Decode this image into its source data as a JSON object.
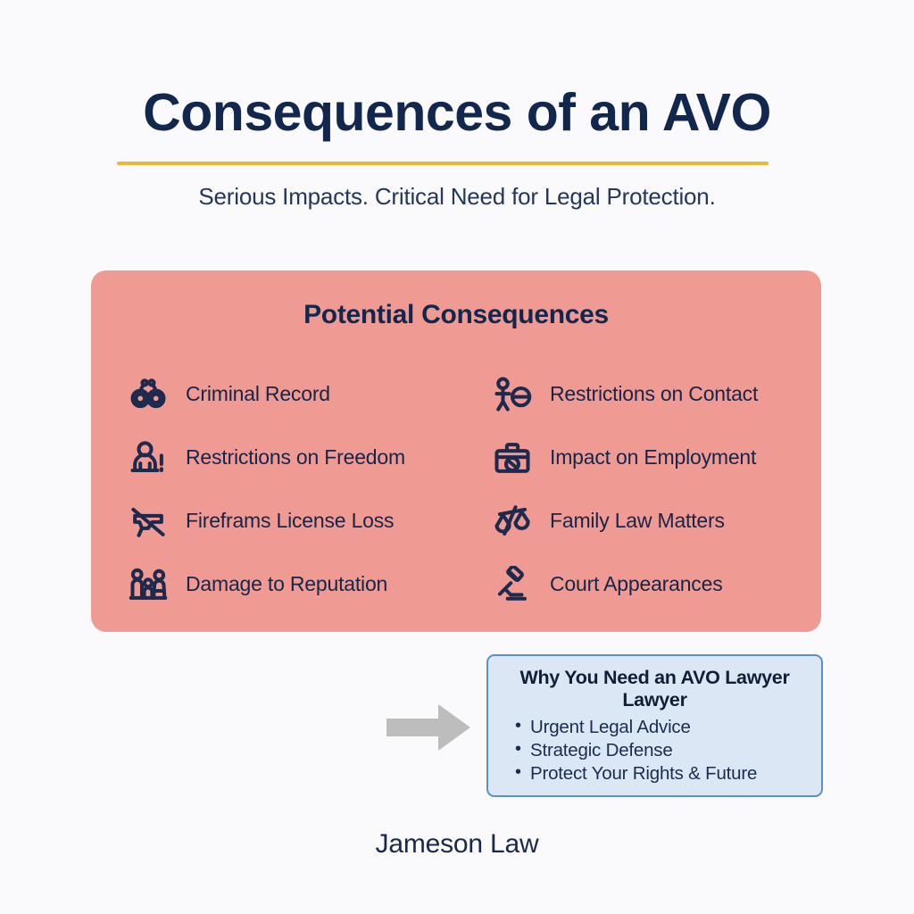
{
  "header": {
    "title": "Consequences of an AVO",
    "subtitle": "Serious Impacts. Critical Need for Legal Protection."
  },
  "panel": {
    "title": "Potential Consequences",
    "background_color": "#ef9a92",
    "left_column": [
      {
        "icon": "handcuffs-icon",
        "label": "Criminal Record"
      },
      {
        "icon": "person-behind-bars-icon",
        "label": "Restrictions on Freedom"
      },
      {
        "icon": "firearm-prohibited-icon",
        "label": "Fireframs License Loss"
      },
      {
        "icon": "family-group-icon",
        "label": "Damage to Reputation"
      }
    ],
    "right_column": [
      {
        "icon": "person-no-contact-icon",
        "label": "Restrictions on Contact"
      },
      {
        "icon": "briefcase-prohibited-icon",
        "label": "Impact on Employment"
      },
      {
        "icon": "scales-of-justice-icon",
        "label": "Family Law Matters"
      },
      {
        "icon": "gavel-icon",
        "label": "Court Appearances"
      }
    ]
  },
  "arrow": {
    "icon": "right-arrow-icon",
    "color": "#bdbdbd"
  },
  "callout": {
    "title": "Why You Need an AVO Lawyer Lawyer",
    "items": [
      "Urgent Legal Advice",
      "Strategic Defense",
      "Protect Your Rights & Future"
    ],
    "background_color": "#dbe7f4",
    "border_color": "#5b8fc9"
  },
  "footer": {
    "brand": "Jameson Law"
  },
  "theme": {
    "navy": "#12274d",
    "accent_gold": "#e9b739",
    "page_background": "#fafafc"
  }
}
